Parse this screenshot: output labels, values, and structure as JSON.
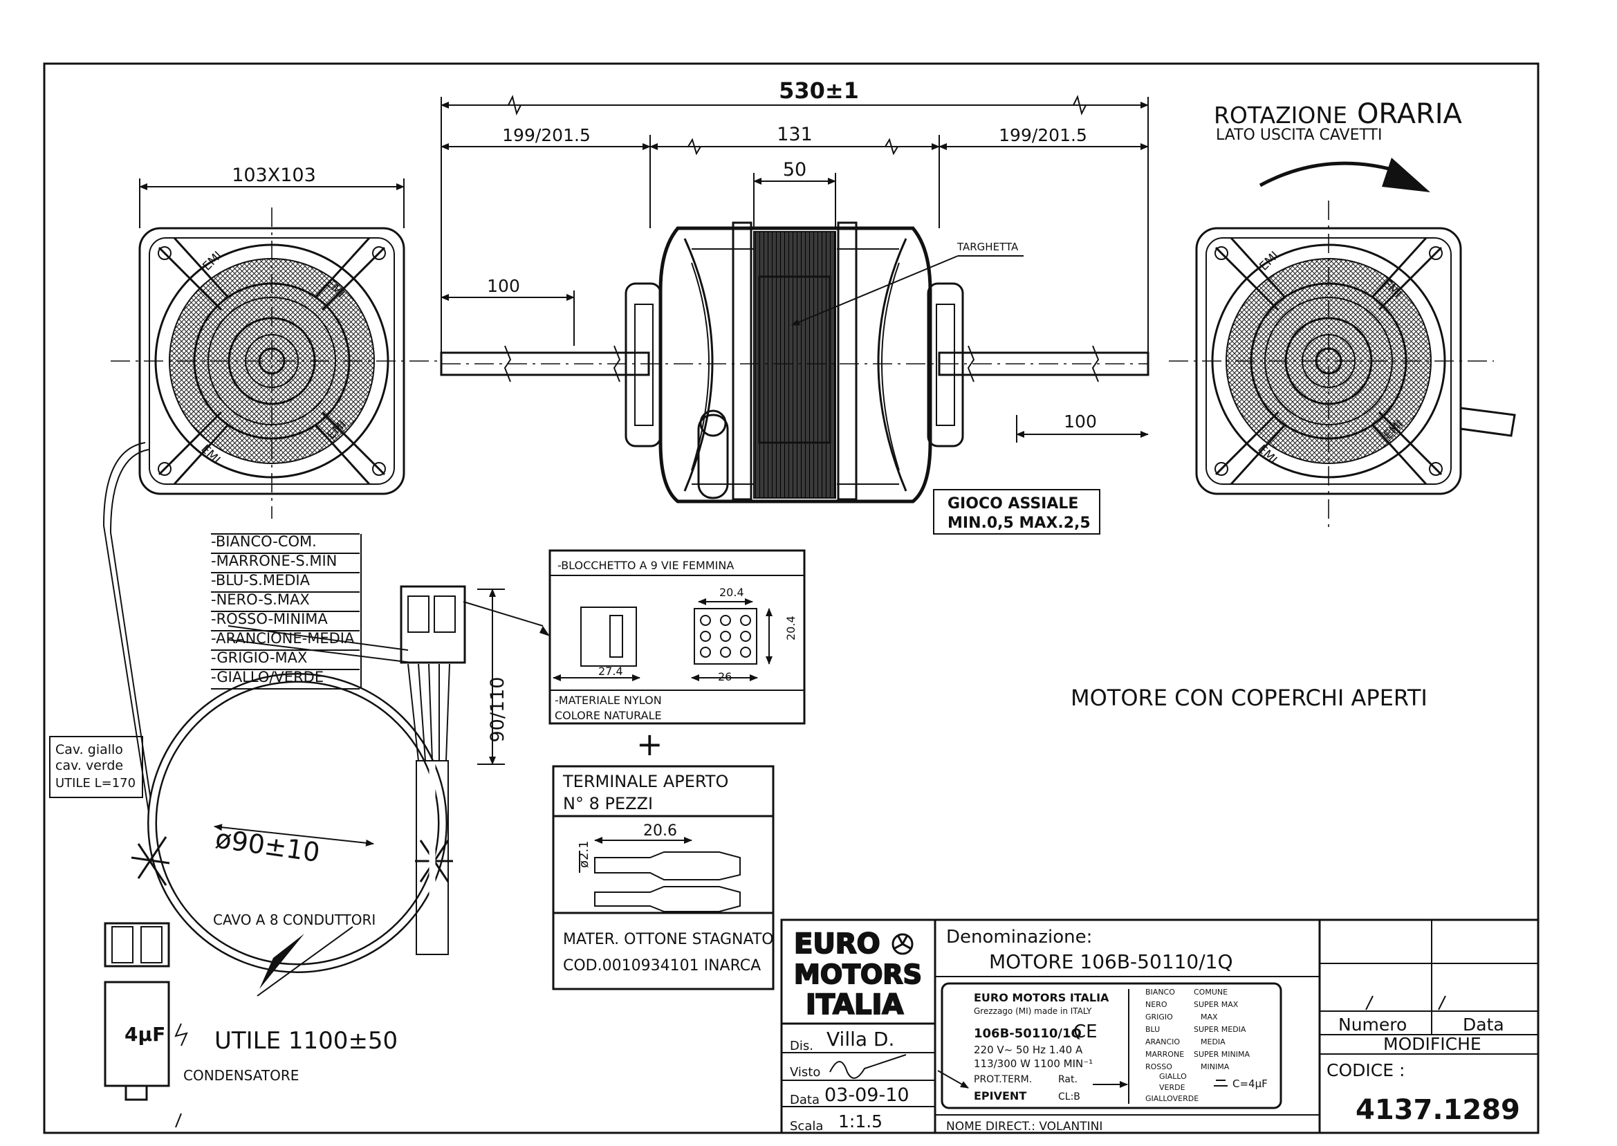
{
  "dimensions": {
    "overall": "530±1",
    "shaft_left": "199/201.5",
    "body": "131",
    "center": "50",
    "shaft_right": "199/201.5",
    "flange": "103X103",
    "left_tip": "100",
    "right_tip": "100",
    "connector_drop": "90/110",
    "coil_diameter": "ø90±10",
    "usable_length": "UTILE 1100±50"
  },
  "rotation": {
    "line1_prefix": "ROTAZIONE",
    "line1_emph": "ORARIA",
    "line2": "LATO USCITA CAVETTI"
  },
  "motor_labels": {
    "targhetta": "TARGHETTA",
    "emi": "EMI"
  },
  "axial_play": {
    "line1": "GIOCO ASSIALE",
    "line2": "MIN.0,5  MAX.2,5"
  },
  "wire_legend": [
    "-BIANCO-COM.",
    "-MARRONE-S.MIN",
    "-BLU-S.MEDIA",
    "-NERO-S.MAX",
    "-ROSSO-MINIMA",
    "-ARANCIONE-MEDIA",
    "-GRIGIO-MAX",
    "-GIALLO/VERDE"
  ],
  "connector_box": {
    "title": "-BLOCCHETTO A 9 VIE FEMMINA",
    "dim_top": "20.4",
    "dim_side": "20.4",
    "dim_len": "27.4",
    "dim_width": "26",
    "material": "-MATERIALE NYLON",
    "color": "COLORE NATURALE"
  },
  "plus_sign": "+",
  "terminal_box": {
    "line1": "TERMINALE APERTO",
    "line2": "N° 8 PEZZI",
    "dim_len": "20.6",
    "dim_dia": "ø2.1",
    "material": "MATER. OTTONE STAGNATO",
    "code": "COD.0010934101  INARCA"
  },
  "ground_wire": {
    "line1": "Cav. giallo",
    "line2": "cav. verde",
    "line3": "UTILE L=170"
  },
  "cable_label": "CAVO A 8 CONDUTTORI",
  "capacitor": {
    "value": "4µF",
    "label": "CONDENSATORE"
  },
  "note_open_covers": "MOTORE CON COPERCHI APERTI",
  "title_block": {
    "logo": [
      "EURO",
      "MOTORS",
      "ITALIA"
    ],
    "dis_label": "Dis.",
    "dis_value": "Villa D.",
    "visto_label": "Visto",
    "data_label": "Data",
    "data_value": "03-09-10",
    "scala_label": "Scala",
    "scala_value": "1:1.5",
    "denominazione_label": "Denominazione:",
    "denominazione_value": "MOTORE  106B-50110/1Q",
    "nome_direct": "NOME DIRECT.: VOLANTINI",
    "numero_label": "Numero",
    "data_col_label": "Data",
    "modifiche_label": "MODIFICHE",
    "codice_label": "CODICE :",
    "codice_value": "4137.1289"
  },
  "nameplate": {
    "brand": "EURO MOTORS ITALIA",
    "origin": "Grezzago (MI) made in ITALY",
    "ce": "CE",
    "model": "106B-50110/1Q",
    "electrical": "220 V~  50 Hz  1.40 A",
    "power": "113/300 W  1100 MIN⁻¹",
    "prot": "PROT.TERM.",
    "rat": "Rat.",
    "epivent": "EPIVENT",
    "cl": "CL:B",
    "capacitor": "C=4µF",
    "wires": [
      [
        "BIANCO",
        "COMUNE"
      ],
      [
        "NERO",
        "SUPER MAX"
      ],
      [
        "GRIGIO",
        "MAX"
      ],
      [
        "BLU",
        "SUPER MEDIA"
      ],
      [
        "ARANCIO",
        "MEDIA"
      ],
      [
        "MARRONE",
        "SUPER MINIMA"
      ],
      [
        "ROSSO",
        "MINIMA"
      ],
      [
        "GIALLO",
        ""
      ],
      [
        "VERDE",
        ""
      ],
      [
        "GIALLOVERDE",
        ""
      ]
    ]
  }
}
